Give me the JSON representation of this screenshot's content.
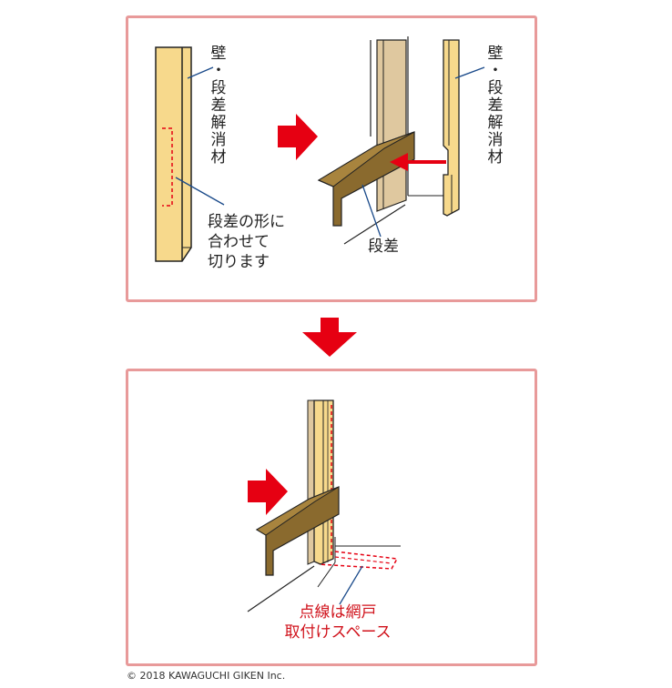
{
  "labels": {
    "wall_step_material_left": [
      "壁",
      "・",
      "段",
      "差",
      "解",
      "消",
      "材"
    ],
    "wall_step_material_right": [
      "壁",
      "・",
      "段",
      "差",
      "解",
      "消",
      "材"
    ],
    "cut_note": [
      "段差の形に",
      "合わせて",
      "切ります"
    ],
    "step": "段差",
    "dashed_note": [
      "点線は網戸",
      "取付けスペース"
    ]
  },
  "copyright": "© 2018 KAWAGUCHI GIKEN Inc.",
  "colors": {
    "panel_border": "#e89a9a",
    "arrow_red": "#e60012",
    "wood_light": "#f7d98c",
    "wood_dark": "#8a6a2e",
    "wood_tan": "#dfc89f",
    "dash_red": "#e60012"
  }
}
